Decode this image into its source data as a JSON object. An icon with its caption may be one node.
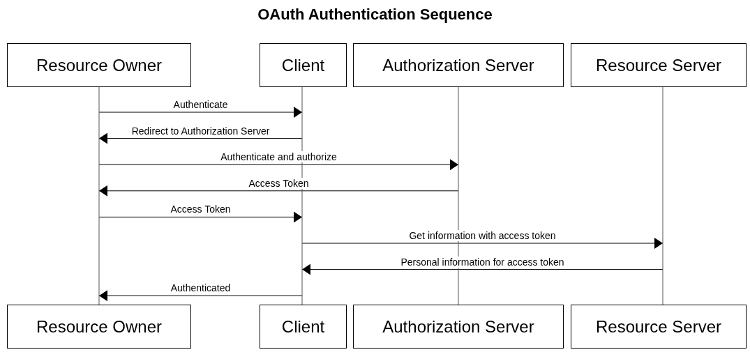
{
  "diagram": {
    "title": "OAuth Authentication Sequence",
    "nodes": [
      {
        "text": [
          "Resource Owner"
        ]
      },
      {
        "text": [
          "Client"
        ]
      },
      {
        "text": [
          "Authorization Server"
        ]
      },
      {
        "text": [
          "Resource Server"
        ]
      },
      {
        "text": [],
        "shape": "bar"
      },
      {
        "text": [],
        "shape": "bar"
      },
      {
        "text": [],
        "shape": "bar"
      },
      {
        "text": [],
        "shape": "bar"
      },
      {
        "text": [
          "Resource Owner"
        ]
      },
      {
        "text": [
          "Client"
        ]
      },
      {
        "text": [
          "Authorization Server"
        ]
      },
      {
        "text": [
          "Resource Server"
        ]
      }
    ],
    "edges": [
      {
        "from": 4,
        "to": 5,
        "arrow": "to",
        "label": "Authenticate"
      },
      {
        "from": 5,
        "to": 4,
        "arrow": "to",
        "label": "Redirect to Authorization Server"
      },
      {
        "from": 4,
        "to": 6,
        "arrow": "to",
        "label": "Authenticate and authorize"
      },
      {
        "from": 6,
        "to": 4,
        "arrow": "to",
        "label": "Access Token"
      },
      {
        "from": 4,
        "to": 5,
        "arrow": "to",
        "label": "Access Token"
      },
      {
        "from": 5,
        "to": 7,
        "arrow": "to",
        "label": "Get information with access token"
      },
      {
        "from": 7,
        "to": 5,
        "arrow": "to",
        "label": "Personal information for access token"
      },
      {
        "from": 5,
        "to": 4,
        "arrow": "to",
        "label": "Authenticated"
      }
    ]
  }
}
